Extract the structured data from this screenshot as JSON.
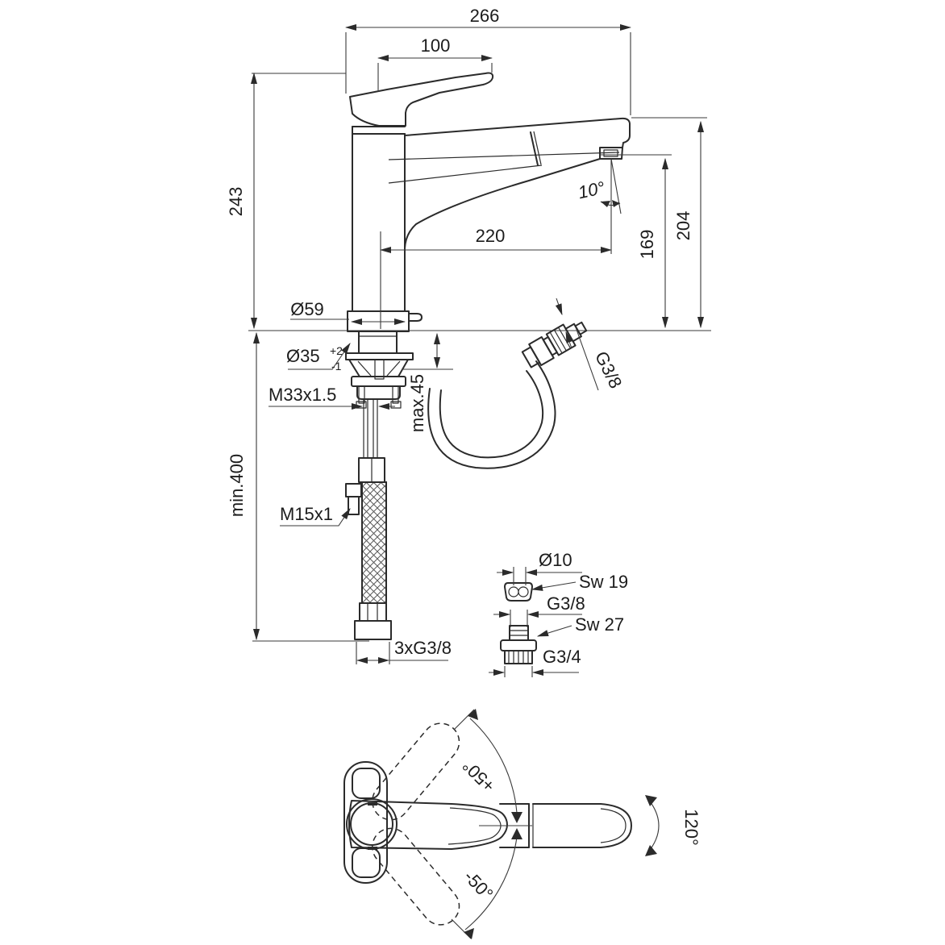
{
  "drawing": {
    "type": "technical-dimension-drawing",
    "subject": "single-lever kitchen mixer tap with pull-out spout",
    "line_color": "#2b2b2b",
    "background": "#ffffff",
    "side_view": {
      "overall_projection": "266",
      "handle_length": "100",
      "body_height": "243",
      "spout_reach": "220",
      "outlet_height": "169",
      "spout_height": "204",
      "outlet_angle": "10°",
      "base_diameter": "Ø59",
      "hole_diameter": "Ø35",
      "hole_tolerance_plus": "+2",
      "hole_tolerance_minus": "-1",
      "fixing_thread": "M33x1.5",
      "max_deck_thickness": "max.45",
      "min_clearance": "min.400",
      "hose_connection": "M15x1",
      "spray_hose_thread": "G3/8",
      "supply_connections": "3xG3/8"
    },
    "adapters": {
      "nipple_diameter": "Ø10",
      "nipple_flats": "Sw 19",
      "nipple_thread": "G3/8",
      "adapter_flats": "Sw 27",
      "adapter_thread": "G3/4"
    },
    "top_view": {
      "handle_swing_up": "+50°",
      "handle_swing_down": "-50°",
      "spout_swivel": "120°"
    }
  }
}
